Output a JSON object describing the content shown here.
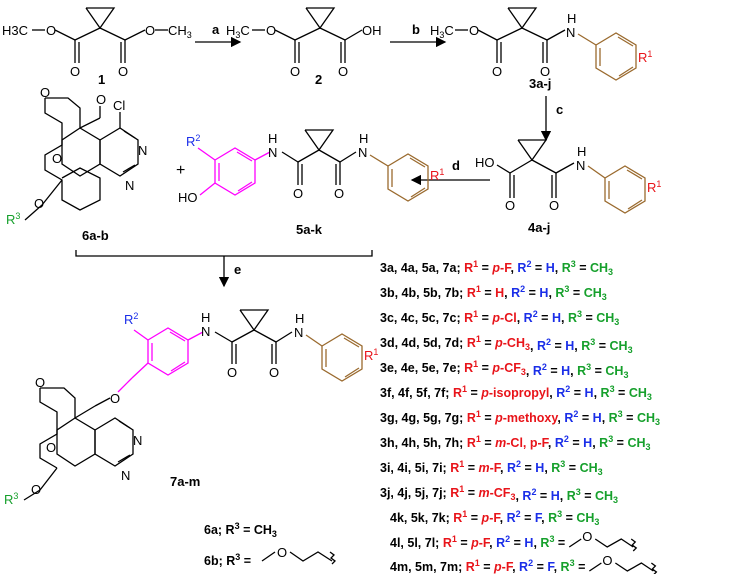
{
  "colors": {
    "r1": "#e8141a",
    "r2": "#1a2ee8",
    "r3": "#16a02c",
    "linker": "#ff00ff",
    "aryl": "#9a6a2e"
  },
  "compounds": {
    "c1": "1",
    "c2": "2",
    "c3": "3a-j",
    "c4": "4a-j",
    "c5": "5a-k",
    "c6": "6a-b",
    "c7": "7a-m"
  },
  "steps": {
    "a": "a",
    "b": "b",
    "c": "c",
    "d": "d",
    "e": "e"
  },
  "atoms": {
    "h3c": "H3C",
    "o": "O",
    "oh": "OH",
    "ho": "HO",
    "h": "H",
    "n": "N",
    "hn": "H",
    "cl": "Cl",
    "r1": "R",
    "r2": "R",
    "r3": "R",
    "plus": "+"
  },
  "side_labels": {
    "6a": "6a; R3 = CH3",
    "6b": "6b; R3 ="
  },
  "legend": [
    {
      "ids": "3a, 4a, 5a, 7a;",
      "r1": "p-F",
      "r2": "H",
      "r3": "CH3"
    },
    {
      "ids": "3b, 4b, 5b, 7b;",
      "r1": "H",
      "r2": "H",
      "r3": "CH3"
    },
    {
      "ids": "3c, 4c, 5c, 7c;",
      "r1": "p-Cl",
      "r2": "H",
      "r3": "CH3"
    },
    {
      "ids": "3d, 4d, 5d, 7d;",
      "r1": "p-CH3",
      "r2": "H",
      "r3": "CH3"
    },
    {
      "ids": "3e, 4e, 5e, 7e;",
      "r1": "p-CF3",
      "r2": "H",
      "r3": "CH3"
    },
    {
      "ids": "3f, 4f, 5f, 7f;",
      "r1": "p-isopropyl",
      "r2": "H",
      "r3": "CH3"
    },
    {
      "ids": "3g, 4g, 5g, 7g;",
      "r1": "p-methoxy",
      "r2": "H",
      "r3": "CH3"
    },
    {
      "ids": "3h, 4h, 5h, 7h;",
      "r1": "m-Cl, p-F",
      "r2": "H",
      "r3": "CH3"
    },
    {
      "ids": "3i, 4i, 5i, 7i;",
      "r1": "m-F",
      "r2": "H",
      "r3": "CH3"
    },
    {
      "ids": "3j, 4j, 5j, 7j;",
      "r1": "m-CF3",
      "r2": "H",
      "r3": "CH3"
    },
    {
      "ids": "4k, 5k, 7k;",
      "r1": "p-F",
      "r2": "F",
      "r3": "CH3"
    },
    {
      "ids": "4l, 5l, 7l;",
      "r1": "p-F",
      "r2": "H",
      "r3": "side"
    },
    {
      "ids": "4m, 5m, 7m;",
      "r1": "p-F",
      "r2": "F",
      "r3": "side"
    }
  ]
}
